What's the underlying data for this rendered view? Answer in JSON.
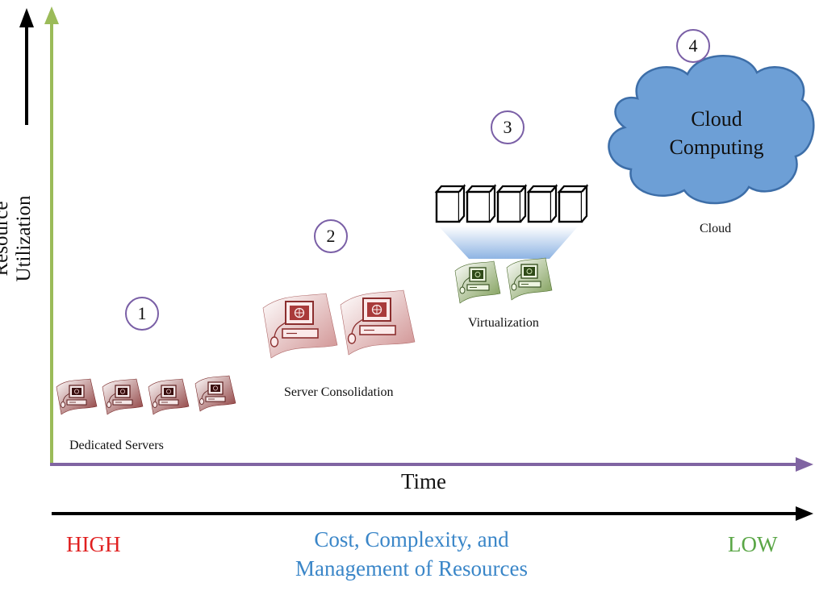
{
  "y_axis_label": "Resource Utilization",
  "x_axis_label": "Time",
  "bottom_axis": {
    "left_label": "HIGH",
    "center_label_line1": "Cost, Complexity, and",
    "center_label_line2": "Management of Resources",
    "right_label": "LOW"
  },
  "stages": [
    {
      "number": "1",
      "caption": "Dedicated Servers"
    },
    {
      "number": "2",
      "caption": "Server Consolidation"
    },
    {
      "number": "3",
      "caption": "Virtualization"
    },
    {
      "number": "4",
      "caption": "Cloud"
    }
  ],
  "cloud_text_line1": "Cloud",
  "cloud_text_line2": "Computing",
  "colors": {
    "y_axis": "#9bbb59",
    "x_axis": "#8064a2",
    "circle_border": "#7a5fa6",
    "high": "#e02020",
    "center": "#3a86c8",
    "low": "#5aa646",
    "cloud_fill": "#6d9fd6",
    "cloud_stroke": "#3d6ea8"
  }
}
